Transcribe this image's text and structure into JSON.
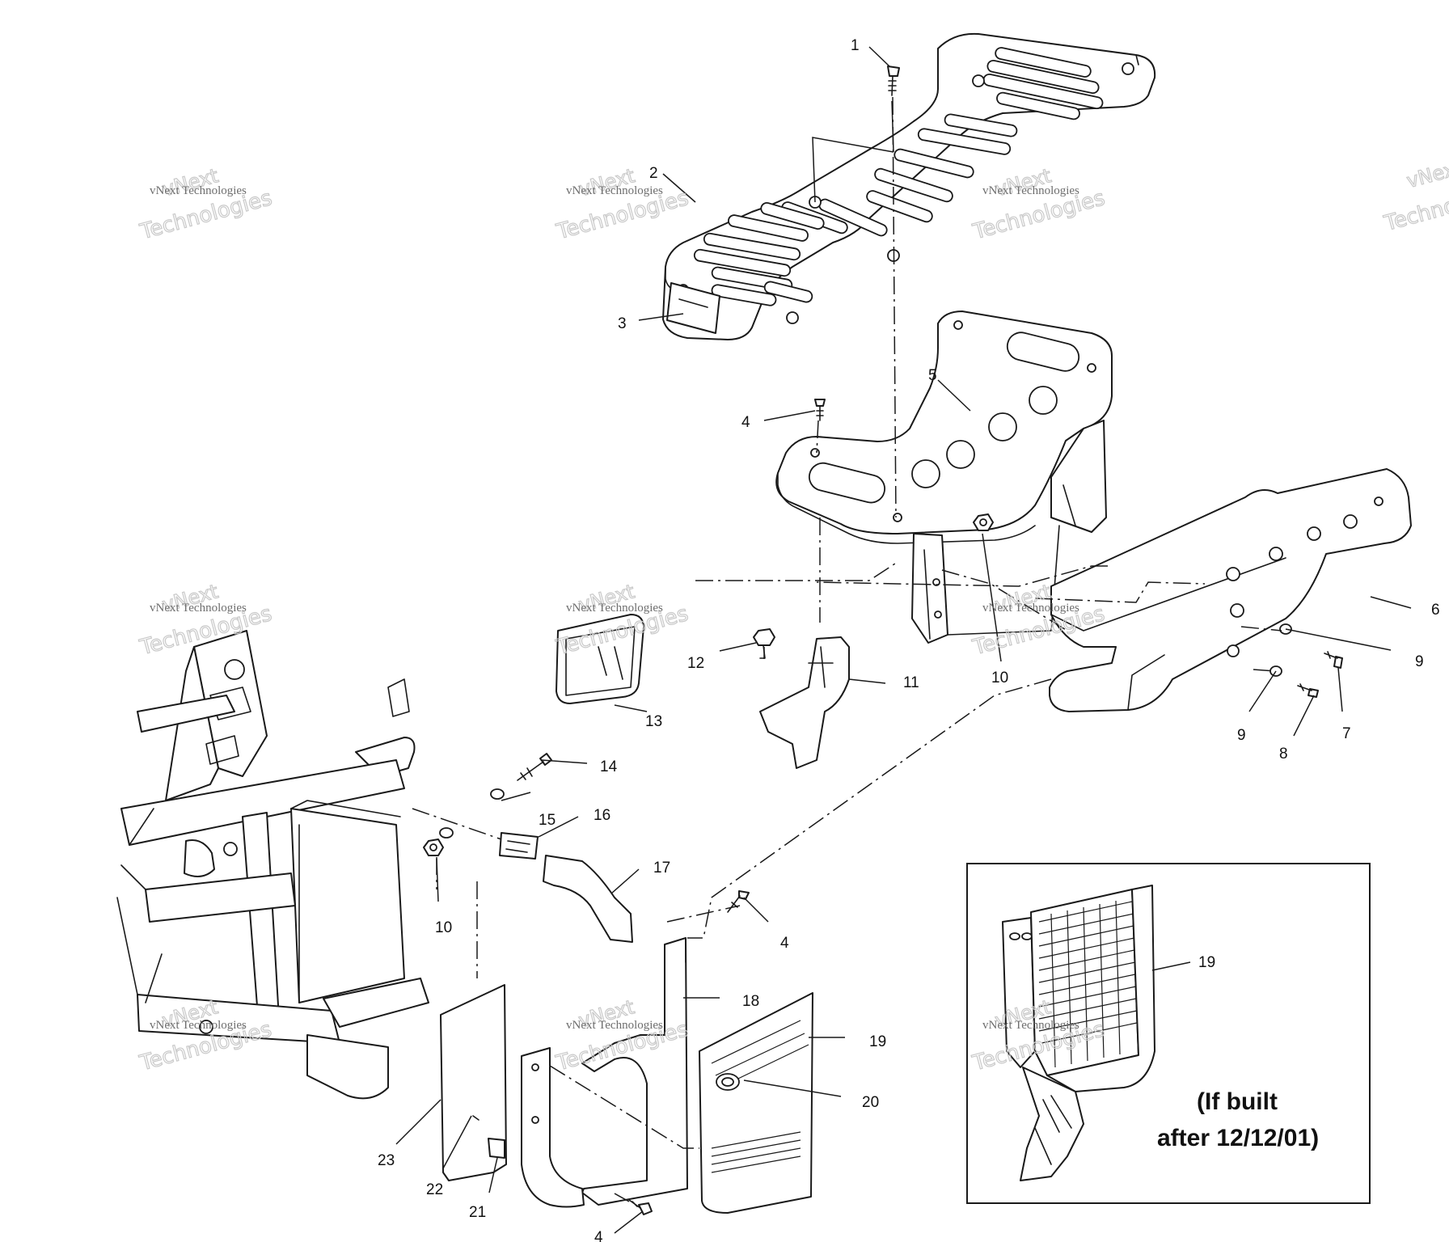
{
  "callouts": [
    {
      "id": "c1",
      "text": "1"
    },
    {
      "id": "c2",
      "text": "2"
    },
    {
      "id": "c3",
      "text": "3"
    },
    {
      "id": "c4a",
      "text": "4"
    },
    {
      "id": "c5",
      "text": "5"
    },
    {
      "id": "c10a",
      "text": "10"
    },
    {
      "id": "c11",
      "text": "11"
    },
    {
      "id": "c12",
      "text": "12"
    },
    {
      "id": "c13",
      "text": "13"
    },
    {
      "id": "c14",
      "text": "14"
    },
    {
      "id": "c15",
      "text": "15"
    },
    {
      "id": "c16",
      "text": "16"
    },
    {
      "id": "c17",
      "text": "17"
    },
    {
      "id": "c10b",
      "text": "10"
    },
    {
      "id": "c4b",
      "text": "4"
    },
    {
      "id": "c18",
      "text": "18"
    },
    {
      "id": "c19a",
      "text": "19"
    },
    {
      "id": "c20",
      "text": "20"
    },
    {
      "id": "c23",
      "text": "23"
    },
    {
      "id": "c22",
      "text": "22"
    },
    {
      "id": "c21",
      "text": "21"
    },
    {
      "id": "c4c",
      "text": "4"
    },
    {
      "id": "c9a",
      "text": "9"
    },
    {
      "id": "c9b",
      "text": "9"
    },
    {
      "id": "c7",
      "text": "7"
    },
    {
      "id": "c8",
      "text": "8"
    },
    {
      "id": "c6",
      "text": "6"
    },
    {
      "id": "c19b",
      "text": "19"
    }
  ],
  "inset_note": {
    "line1": "(If built",
    "line2": "after 12/12/01)"
  },
  "watermark": {
    "brand_top": "vNext",
    "company": "vNext Technologies",
    "big": "Technologies"
  }
}
